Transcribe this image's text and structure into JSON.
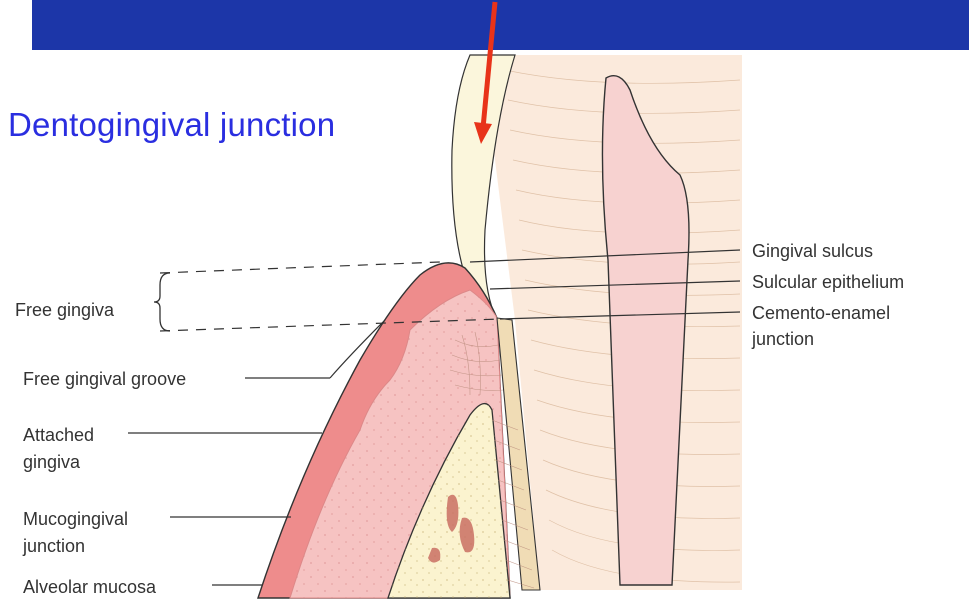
{
  "title": "Dentogingival junction",
  "colors": {
    "banner": "#1c36a8",
    "title": "#2a2ee0",
    "arrow": "#e8331a"
  },
  "labels": {
    "free_gingiva": "Free gingiva",
    "free_gingival_groove": "Free gingival groove",
    "attached_gingiva": [
      "Attached",
      "gingiva"
    ],
    "mucogingival_junction": [
      "Mucogingival",
      "junction"
    ],
    "alveolar_mucosa": "Alveolar mucosa",
    "gingival_sulcus": "Gingival sulcus",
    "sulcular_epithelium": "Sulcular epithelium",
    "cemento_enamel_junction": [
      "Cemento-enamel",
      "junction"
    ]
  }
}
